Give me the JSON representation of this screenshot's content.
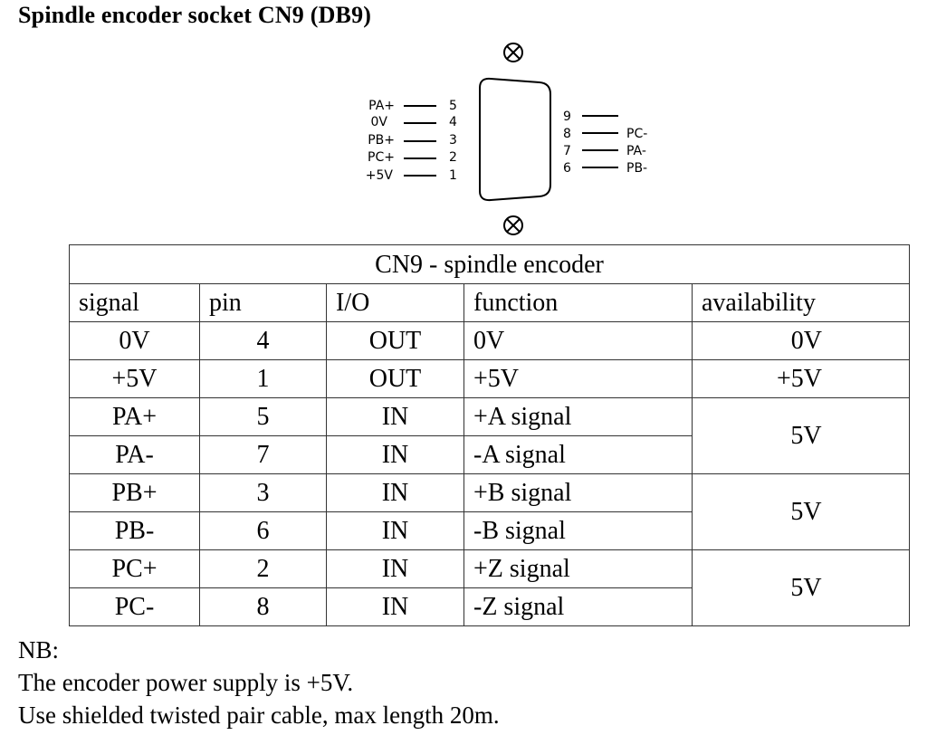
{
  "title": "Spindle encoder socket CN9 (DB9)",
  "connector": {
    "left_pins": [
      {
        "signal": "PA+",
        "pin": "5"
      },
      {
        "signal": "0V",
        "pin": "4"
      },
      {
        "signal": "PB+",
        "pin": "3"
      },
      {
        "signal": "PC+",
        "pin": "2"
      },
      {
        "signal": "+5V",
        "pin": "1"
      }
    ],
    "right_pins": [
      {
        "signal": "",
        "pin": "9"
      },
      {
        "signal": "PC-",
        "pin": "8"
      },
      {
        "signal": "PA-",
        "pin": "7"
      },
      {
        "signal": "PB-",
        "pin": "6"
      }
    ]
  },
  "table": {
    "caption": "CN9 - spindle encoder",
    "headers": {
      "signal": "signal",
      "pin": "pin",
      "io": "I/O",
      "function": "function",
      "availability": "availability"
    },
    "rows": [
      {
        "signal": "0V",
        "pin": "4",
        "io": "OUT",
        "function": "0V",
        "availability": "0V"
      },
      {
        "signal": "+5V",
        "pin": "1",
        "io": "OUT",
        "function": "+5V",
        "availability": "+5V"
      },
      {
        "signal": "PA+",
        "pin": "5",
        "io": "IN",
        "function": "+A signal"
      },
      {
        "signal": "PA-",
        "pin": "7",
        "io": "IN",
        "function": "-A signal"
      },
      {
        "signal": "PB+",
        "pin": "3",
        "io": "IN",
        "function": "+B signal"
      },
      {
        "signal": "PB-",
        "pin": "6",
        "io": "IN",
        "function": "-B signal"
      },
      {
        "signal": "PC+",
        "pin": "2",
        "io": "IN",
        "function": "+Z signal"
      },
      {
        "signal": "PC-",
        "pin": "8",
        "io": "IN",
        "function": "-Z signal"
      }
    ],
    "merged_availability": [
      "5V",
      "5V",
      "5V"
    ]
  },
  "notes": {
    "heading": "NB:",
    "lines": [
      "The encoder power supply is +5V.",
      "Use shielded twisted pair cable, max length 20m."
    ]
  }
}
